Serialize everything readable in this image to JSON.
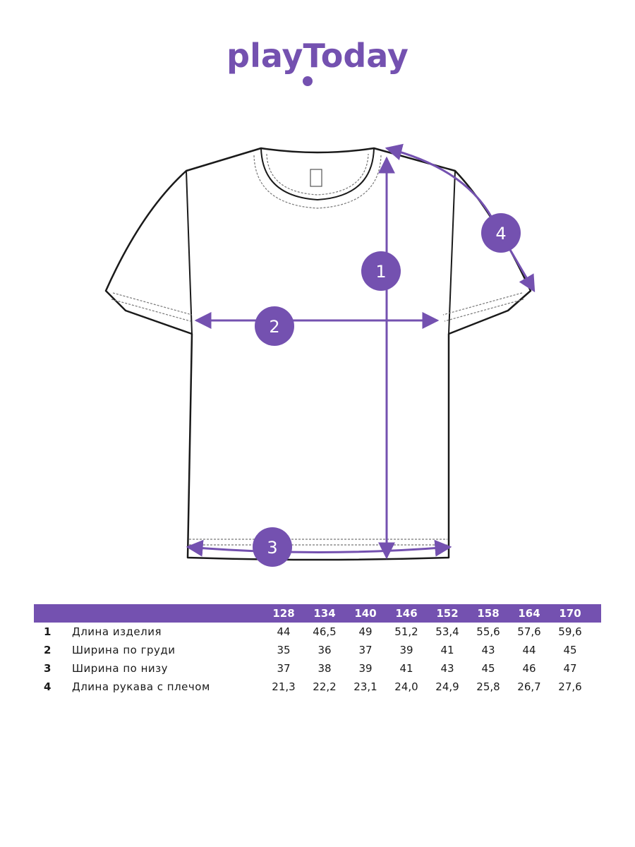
{
  "brand": {
    "logo_text": "playToday",
    "color": "#7451b0"
  },
  "diagram": {
    "markers": [
      {
        "id": "1",
        "label": "1"
      },
      {
        "id": "2",
        "label": "2"
      },
      {
        "id": "3",
        "label": "3"
      },
      {
        "id": "4",
        "label": "4"
      }
    ],
    "accent_color": "#7451b0",
    "outline_color": "#1a1a1a"
  },
  "table": {
    "sizes": [
      "128",
      "134",
      "140",
      "146",
      "152",
      "158",
      "164",
      "170"
    ],
    "rows": [
      {
        "num": "1",
        "label": "Длина изделия",
        "values": [
          "44",
          "46,5",
          "49",
          "51,2",
          "53,4",
          "55,6",
          "57,6",
          "59,6"
        ]
      },
      {
        "num": "2",
        "label": "Ширина по груди",
        "values": [
          "35",
          "36",
          "37",
          "39",
          "41",
          "43",
          "44",
          "45"
        ]
      },
      {
        "num": "3",
        "label": "Ширина по низу",
        "values": [
          "37",
          "38",
          "39",
          "41",
          "43",
          "45",
          "46",
          "47"
        ]
      },
      {
        "num": "4",
        "label": "Длина рукава с плечом",
        "values": [
          "21,3",
          "22,2",
          "23,1",
          "24,0",
          "24,9",
          "25,8",
          "26,7",
          "27,6"
        ]
      }
    ]
  }
}
